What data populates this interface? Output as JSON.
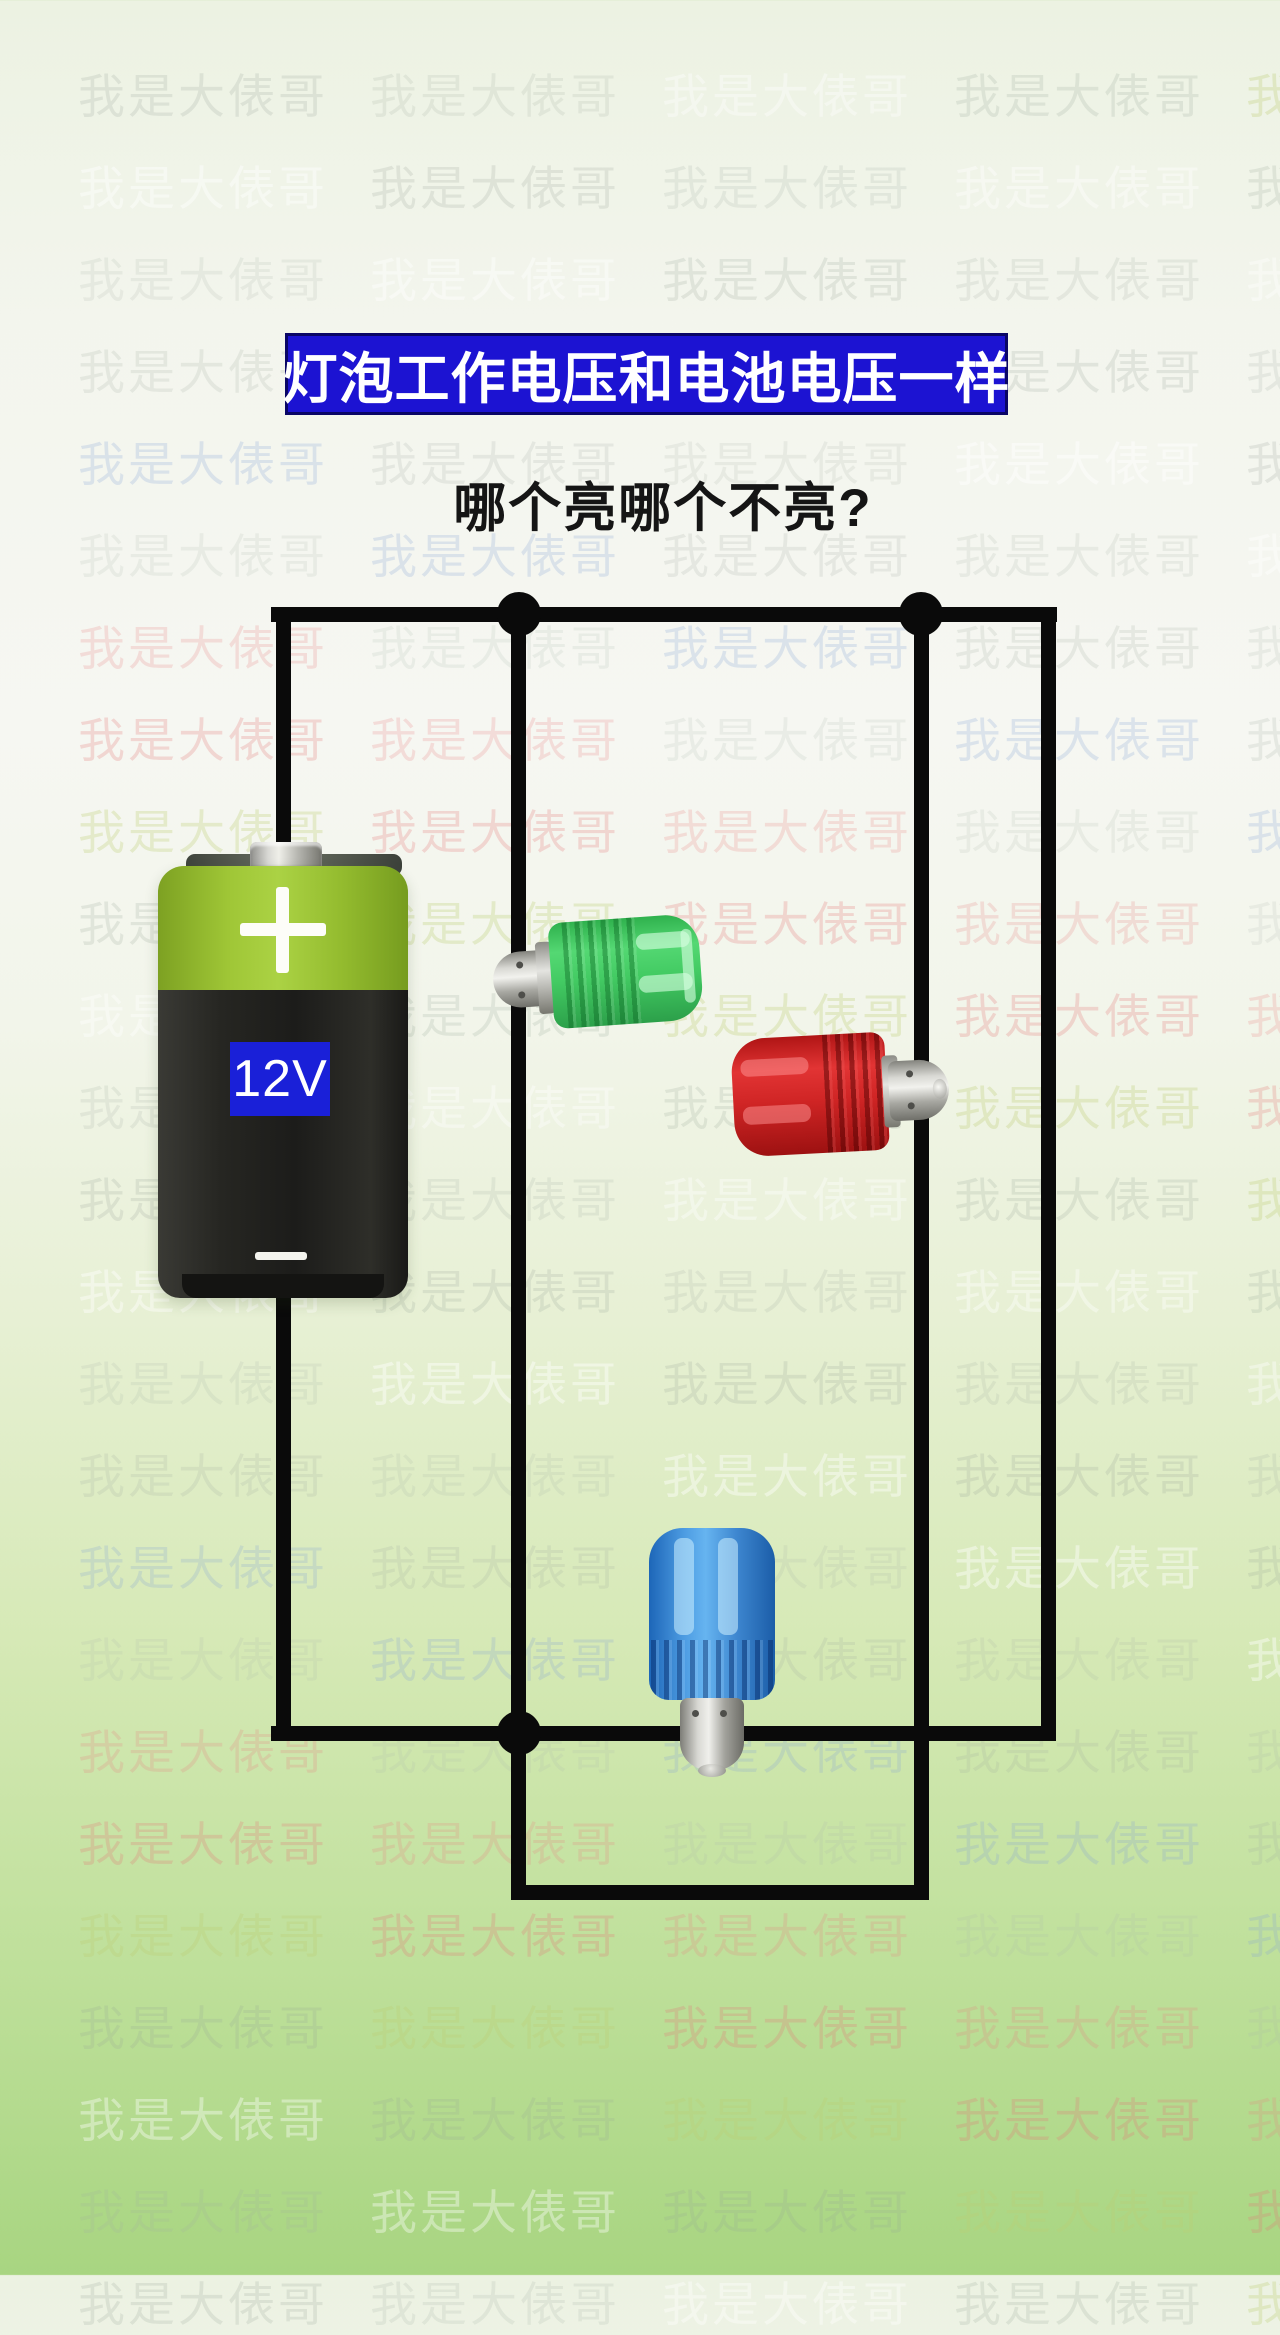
{
  "title": {
    "text": "灯泡工作电压和电池电压一样"
  },
  "subtitle": {
    "text": "哪个亮哪个不亮?"
  },
  "watermark": {
    "text": "我是大俵哥",
    "palette": [
      "rgba(150,162,150,0.20)",
      "rgba(228,120,120,0.26)",
      "rgba(168,178,168,0.17)",
      "rgba(152,164,152,0.20)",
      "rgba(132,162,214,0.24)",
      "rgba(160,170,160,0.18)",
      "rgba(230,126,126,0.22)",
      "rgba(255,255,255,0.42)",
      "rgba(188,204,116,0.30)",
      "rgba(158,168,158,0.19)",
      "rgba(255,255,255,0.38)",
      "rgba(172,182,172,0.17)"
    ]
  },
  "battery": {
    "voltage_label": "12V",
    "polarity_top": "+",
    "polarity_bottom": "-",
    "top_color": "#9fc636",
    "body_color": "#1c1c1a",
    "label_bg": "#1a20d8"
  },
  "bulbs": [
    {
      "name": "green-bulb",
      "color": "#43cb63",
      "orientation": "base-left",
      "position": "left-branch"
    },
    {
      "name": "red-bulb",
      "color": "#d02525",
      "orientation": "base-right",
      "position": "right-branch"
    },
    {
      "name": "blue-bulb",
      "color": "#3d86cf",
      "orientation": "base-down",
      "position": "bottom-wire"
    }
  ],
  "colors": {
    "title_bg": "#1c13d2",
    "title_border": "#0a0666",
    "title_text": "#ffffff",
    "subtitle_text": "#151515",
    "wire": "#0a0a0a",
    "label_bg": "#1a20d8"
  }
}
